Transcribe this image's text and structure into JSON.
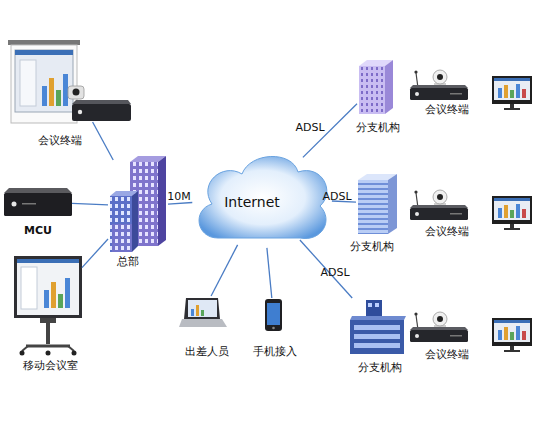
{
  "diagram": {
    "nodes": [
      {
        "text": [
          "会议终端"
        ]
      },
      {
        "text": [
          "MCU"
        ]
      },
      {
        "text": [
          "移动会议室"
        ]
      },
      {
        "text": [
          "总部"
        ]
      },
      {
        "text": [
          "Internet"
        ]
      },
      {
        "text": [
          "分支机构"
        ]
      },
      {
        "text": [
          "会议终端"
        ]
      },
      {
        "text": [
          "分支机构"
        ]
      },
      {
        "text": [
          "会议终端"
        ]
      },
      {
        "text": [
          "分支机构"
        ]
      },
      {
        "text": [
          "会议终端"
        ]
      },
      {
        "text": [
          "出差人员"
        ]
      },
      {
        "text": [
          "手机接入"
        ]
      }
    ],
    "edges": [
      {
        "from": 0,
        "to": 3,
        "arrow": "none"
      },
      {
        "from": 1,
        "to": 3,
        "arrow": "none"
      },
      {
        "from": 2,
        "to": 3,
        "arrow": "none"
      },
      {
        "from": 3,
        "to": 4,
        "label": "10M",
        "arrow": "none"
      },
      {
        "from": 4,
        "to": 5,
        "label": "ADSL",
        "arrow": "none"
      },
      {
        "from": 4,
        "to": 7,
        "label": "ADSL",
        "arrow": "none"
      },
      {
        "from": 4,
        "to": 9,
        "label": "ADSL",
        "arrow": "none"
      },
      {
        "from": 4,
        "to": 11,
        "arrow": "none"
      },
      {
        "from": 4,
        "to": 12,
        "arrow": "none"
      }
    ]
  }
}
